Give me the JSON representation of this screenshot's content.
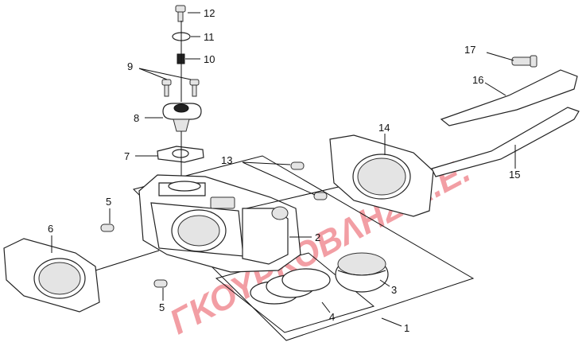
{
  "diagram": {
    "watermark": "ΓΚΟΥΡΚΟΒΛΗΣ Α.Ε.",
    "part_numbers": {
      "p1": "1",
      "p2": "2",
      "p3": "3",
      "p4": "4",
      "p5a": "5",
      "p5b": "5",
      "p6": "6",
      "p7": "7",
      "p8": "8",
      "p9": "9",
      "p10": "10",
      "p11": "11",
      "p12": "12",
      "p13": "13",
      "p14": "14",
      "p15": "15",
      "p16": "16",
      "p17": "17"
    }
  }
}
